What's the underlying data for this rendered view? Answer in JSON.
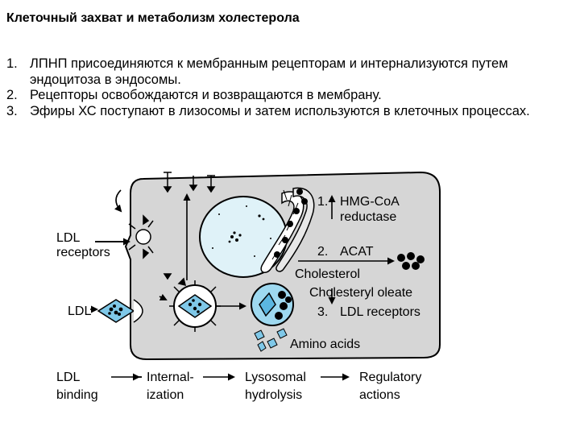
{
  "title": "Клеточный захват и метаболизм холестерола",
  "items": [
    {
      "num": "1.",
      "text": "ЛПНП присоединяются к мембранным рецепторам и интернализуются путем эндоцитоза в эндосомы."
    },
    {
      "num": "2.",
      "text": "Рецепторы освобождаются и возвращаются в мембрану."
    },
    {
      "num": "3.",
      "text": "Эфиры ХС поступают в лизосомы и затем используются в клеточных процессах."
    }
  ],
  "diagram": {
    "labels": {
      "ldl_receptors_1": "LDL",
      "ldl_receptors_2": "receptors",
      "ldl": "LDL",
      "reg1_num": "1.",
      "reg1_l1": "HMG-CoA",
      "reg1_l2": "reductase",
      "reg2_num": "2.",
      "reg2": "ACAT",
      "cholesterol": "Cholesterol",
      "cholesteryl_oleate": "Cholesteryl oleate",
      "reg3_num": "3.",
      "reg3": "LDL receptors",
      "amino_acids": "Amino acids"
    },
    "steps": [
      {
        "l1": "LDL",
        "l2": "binding"
      },
      {
        "l1": "Internal-",
        "l2": "ization"
      },
      {
        "l1": "Lysosomal",
        "l2": "hydrolysis"
      },
      {
        "l1": "Regulatory",
        "l2": "actions"
      }
    ],
    "colors": {
      "cell": "#d6d6d6",
      "nucleus": "#dff2f8",
      "ldl": "#7fc8e8",
      "lysosome": "#9ed9f0"
    }
  }
}
